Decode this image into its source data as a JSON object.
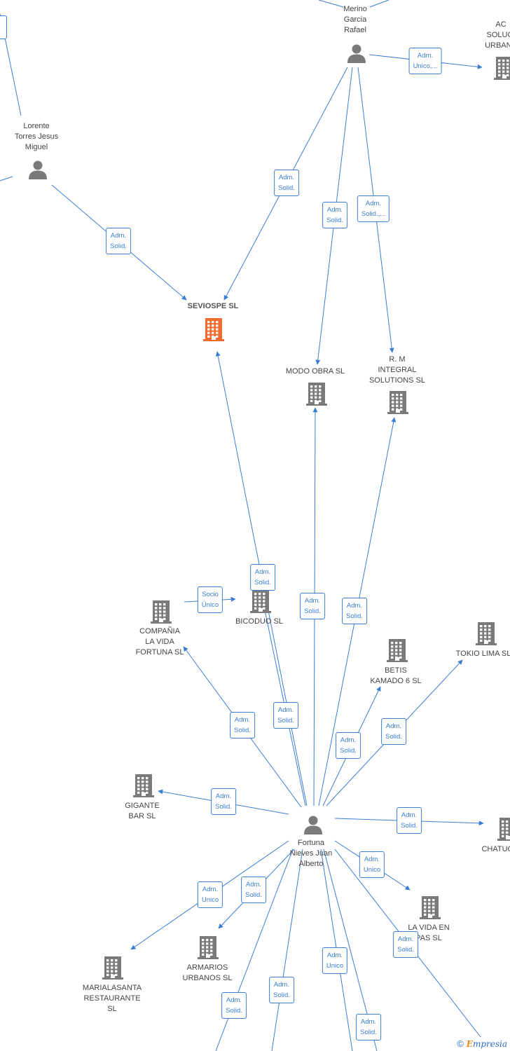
{
  "nodes": [
    {
      "id": "merino",
      "type": "person",
      "label": "Merino\nGarcia\nRafael"
    },
    {
      "id": "lorente",
      "type": "person",
      "label": "Lorente\nTorres Jesus\nMiguel"
    },
    {
      "id": "fortuna",
      "type": "person",
      "label": "Fortuna\nNieves Juan\nAlberto"
    },
    {
      "id": "acsu",
      "type": "company",
      "label": "AC\nSOLUCI\nURBANA"
    },
    {
      "id": "seviospe",
      "type": "company-main",
      "label": "SEVIOSPE SL"
    },
    {
      "id": "modo",
      "type": "company",
      "label": "MODO OBRA SL"
    },
    {
      "id": "rm",
      "type": "company",
      "label": "R. M\nINTEGRAL\nSOLUTIONS SL"
    },
    {
      "id": "compania",
      "type": "company",
      "label": "COMPAÑIA\nLA VIDA\nFORTUNA SL"
    },
    {
      "id": "bicoduo",
      "type": "company",
      "label": "BICODUO SL"
    },
    {
      "id": "betis",
      "type": "company",
      "label": "BETIS\nKAMADO 6 SL"
    },
    {
      "id": "tokio",
      "type": "company",
      "label": "TOKIO LIMA SL"
    },
    {
      "id": "gigante",
      "type": "company",
      "label": "GIGANTE\nBAR SL"
    },
    {
      "id": "chatuc",
      "type": "company",
      "label": "CHATUC"
    },
    {
      "id": "lavida",
      "type": "company",
      "label": "LA VIDA EN\nPAS SL"
    },
    {
      "id": "armarios",
      "type": "company",
      "label": "ARMARIOS\nURBANOS SL"
    },
    {
      "id": "marialasanta",
      "type": "company",
      "label": "MARIALASANTA\nRESTAURANTE\nSL"
    }
  ],
  "edges": [
    {
      "from": "merino",
      "to": "acsu",
      "label": "Adm.\nUnico,..."
    },
    {
      "from": "merino",
      "to": "seviospe",
      "label": "Adm.\nSolid."
    },
    {
      "from": "merino",
      "to": "modo",
      "label": "Adm.\nSolid."
    },
    {
      "from": "merino",
      "to": "rm",
      "label": "Adm.\nSolid.,..."
    },
    {
      "from": "lorente",
      "to": "seviospe",
      "label": "Adm.\nSolid."
    },
    {
      "from": "fortuna",
      "to": "seviospe",
      "label": "Adm.\nSolid."
    },
    {
      "from": "compania",
      "to": "bicoduo",
      "label": "Socio\nÚnico"
    },
    {
      "from": "fortuna",
      "to": "modo",
      "label": "Adm.\nSolid."
    },
    {
      "from": "fortuna",
      "to": "rm",
      "label": "Adm.\nSolid."
    },
    {
      "from": "fortuna",
      "to": "compania",
      "label": "Adm.\nSolid."
    },
    {
      "from": "fortuna",
      "to": "bicoduo",
      "label": "Adm.\nSolid."
    },
    {
      "from": "fortuna",
      "to": "betis",
      "label": "Adm.\nSolid."
    },
    {
      "from": "fortuna",
      "to": "tokio",
      "label": "Adm.\nSolid."
    },
    {
      "from": "fortuna",
      "to": "gigante",
      "label": "Adm.\nSolid."
    },
    {
      "from": "fortuna",
      "to": "chatuc",
      "label": "Adm.\nSolid."
    },
    {
      "from": "fortuna",
      "to": "lavida",
      "label": "Adm.\nUnico"
    },
    {
      "from": "fortuna",
      "to": "armarios",
      "label": "Adm.\nSolid."
    },
    {
      "from": "fortuna",
      "to": "marialasanta",
      "label": "Adm.\nUnico"
    },
    {
      "from": "fortuna",
      "to": "off-bottom-right",
      "label": "Adm.\nSolid."
    },
    {
      "from": "fortuna",
      "to": "off-bottom-a",
      "label": "Adm.\nUnico"
    },
    {
      "from": "fortuna",
      "to": "off-bottom-b",
      "label": "Adm.\nSolid."
    },
    {
      "from": "fortuna",
      "to": "off-bottom-c",
      "label": "Adm.\nSolid."
    },
    {
      "from": "fortuna",
      "to": "off-bottom-d",
      "label": "Adm.\nSolid."
    }
  ],
  "footer": {
    "copyright": "©",
    "brand_initial": "E",
    "brand_rest": "mpresia"
  },
  "colors": {
    "edge": "#3a7dd4",
    "node_icon": "#7a7a7a",
    "main_company": "#f26a2e"
  }
}
